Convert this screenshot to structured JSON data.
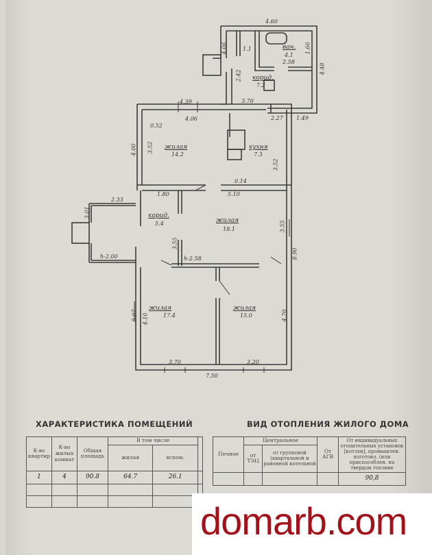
{
  "plan": {
    "annex": {
      "top_width": "4.60",
      "wc_area": "1.1",
      "bath_label": "ван.",
      "bath_area": "4.1",
      "bath_dim": "1.60",
      "left_dim": "4.06",
      "right_dim": "4.48",
      "bath_width": "2.58",
      "corridor_label": "корид.",
      "corridor_area": "7.2",
      "corridor_dim": "2.42",
      "door_dim": "3.70",
      "dim_227": "2.27",
      "dim_149": "1.49"
    },
    "room1": {
      "top_outer": "4.39",
      "top_inner": "4.06",
      "wall": "0.52",
      "outer_h": "4.00",
      "inner_h": "3.52",
      "label": "жилая",
      "area": "14.2"
    },
    "kitchen": {
      "label": "кухня",
      "area": "7.3",
      "h": "3.52",
      "stove": "0.14"
    },
    "corridor2": {
      "width": "1.80",
      "label": "корид.",
      "area": "5.4",
      "h": "3.55"
    },
    "room2": {
      "width": "5.10",
      "label": "жилая",
      "area": "18.1",
      "h": "3.55"
    },
    "right_total": "8.90",
    "veranda": {
      "width": "2.33",
      "h": "3.01",
      "height": "h-2.00"
    },
    "ceiling": "h-2.58",
    "room3": {
      "label": "жилая",
      "area": "17.4",
      "outer_h": "5.07",
      "inner_h": "4.10",
      "width": "3.70"
    },
    "room4": {
      "label": "жилая",
      "area": "15.0",
      "h": "4.70",
      "width": "3.20"
    },
    "total_width": "7.50"
  },
  "rooms_table": {
    "title": "ХАРАКТЕРИСТИКА ПОМЕЩЕНИЙ",
    "headers": {
      "apartments": "К-во квартир",
      "rooms": "К-во жилых комнат",
      "total": "Общая площадь",
      "incl": "В том числе",
      "living": "жилая",
      "aux": "вспом."
    },
    "row": {
      "apartments": "1",
      "rooms": "4",
      "total": "90.8",
      "living": "64.7",
      "aux": "26.1"
    }
  },
  "heating_table": {
    "title": "ВИД ОТОПЛЕНИЯ ЖИЛОГО ДОМА",
    "headers": {
      "stove": "Печное",
      "central": "Центральное",
      "tec": "от ТЭЦ",
      "group": "от групповой (квартальной и районной котельной",
      "agv": "От АГВ",
      "individual": "От индивидуальных отопительных установок [котлов], промышлен. изготовл. (или приспособлен. на твердом топливе"
    },
    "row": {
      "individual": "90,8"
    }
  },
  "watermark": "domarb.com"
}
